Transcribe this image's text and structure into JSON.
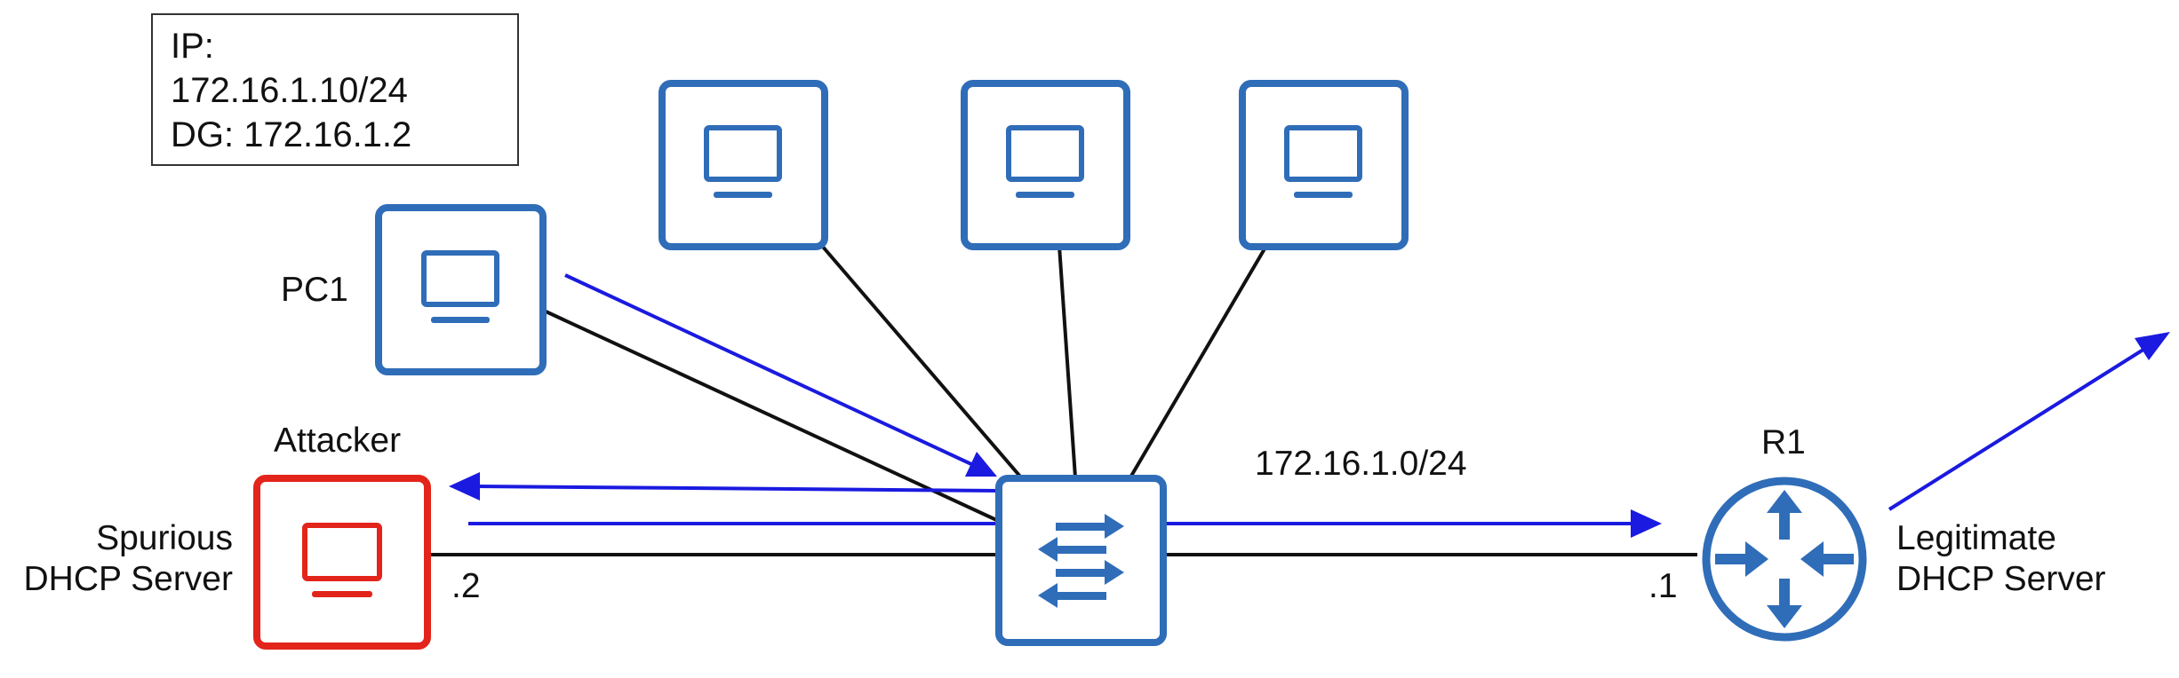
{
  "ip_box": {
    "line1": "IP:",
    "line2": "172.16.1.10/24",
    "line3": "DG: 172.16.1.2"
  },
  "labels": {
    "pc1": "PC1",
    "attacker": "Attacker",
    "spurious_line1": "Spurious",
    "spurious_line2": "DHCP Server",
    "attacker_ip": ".2",
    "subnet": "172.16.1.0/24",
    "router": "R1",
    "router_ip": ".1",
    "legit_line1": "Legitimate",
    "legit_line2": "DHCP Server"
  },
  "colors": {
    "device_blue": "#2f6db8",
    "attacker_red": "#e3241b",
    "arrow_blue": "#1a1ae0",
    "link_black": "#111111"
  },
  "icons": {
    "pc": "monitor-icon",
    "switch": "switch-arrows-icon",
    "router": "router-arrows-icon"
  }
}
